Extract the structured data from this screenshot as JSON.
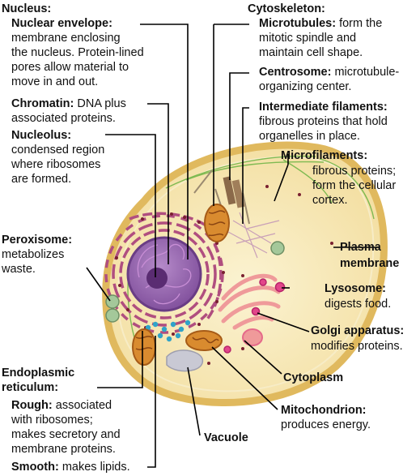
{
  "colors": {
    "cytoplasm": "#f6e8b1",
    "membrane": "#e2bd61",
    "nucleus": "#9b6cb3",
    "nucleolus": "#5a2c72",
    "er": "#b04e7f",
    "mitochondrion": "#d98b2f",
    "golgi": "#ef9a9a",
    "lysosome": "#e2468a",
    "vacuole": "#c9c9d4",
    "peroxisome": "#a4c89a",
    "smooth_er": "#2fa3c9",
    "leader_line": "#000000"
  },
  "labels": {
    "nucleus": {
      "title": "Nucleus:",
      "envelope_title": "Nuclear envelope:",
      "envelope_l1": "membrane enclosing",
      "envelope_l2": "the nucleus. Protein-lined",
      "envelope_l3": "pores allow material to",
      "envelope_l4": "move in and out.",
      "chromatin_title": "Chromatin:",
      "chromatin_l1": "DNA plus",
      "chromatin_l2": "associated proteins.",
      "nucleolus_title": "Nucleolus:",
      "nucleolus_l1": "condensed region",
      "nucleolus_l2": "where ribosomes",
      "nucleolus_l3": "are formed."
    },
    "peroxisome": {
      "title": "Peroxisome:",
      "l1": "metabolizes",
      "l2": "waste."
    },
    "er": {
      "title1": "Endoplasmic",
      "title2": "reticulum:",
      "rough_title": "Rough:",
      "rough_l1": "associated",
      "rough_l2": "with ribosomes;",
      "rough_l3": "makes secretory and",
      "rough_l4": "membrane proteins.",
      "smooth_title": "Smooth:",
      "smooth_l1": "makes lipids."
    },
    "cytoskeleton": {
      "title": "Cytoskeleton:",
      "microtubules_title": "Microtubules:",
      "microtubules_l1": "form the",
      "microtubules_l2": "mitotic spindle and",
      "microtubules_l3": "maintain cell shape.",
      "centrosome_title": "Centrosome:",
      "centrosome_l1": "microtubule-",
      "centrosome_l2": "organizing center.",
      "intermediate_title": "Intermediate filaments:",
      "intermediate_l1": "fibrous proteins that hold",
      "intermediate_l2": "organelles in place.",
      "microfilaments_title": "Microfilaments:",
      "microfilaments_l1": "fibrous proteins;",
      "microfilaments_l2": "form the cellular",
      "microfilaments_l3": "cortex."
    },
    "plasma_membrane": {
      "title1": "Plasma",
      "title2": "membrane"
    },
    "lysosome": {
      "title": "Lysosome:",
      "l1": "digests food."
    },
    "golgi": {
      "title": "Golgi apparatus:",
      "l1": "modifies proteins."
    },
    "cytoplasm": {
      "title": "Cytoplasm"
    },
    "mitochondrion": {
      "title": "Mitochondrion:",
      "l1": "produces energy."
    },
    "vacuole": {
      "title": "Vacuole"
    }
  }
}
